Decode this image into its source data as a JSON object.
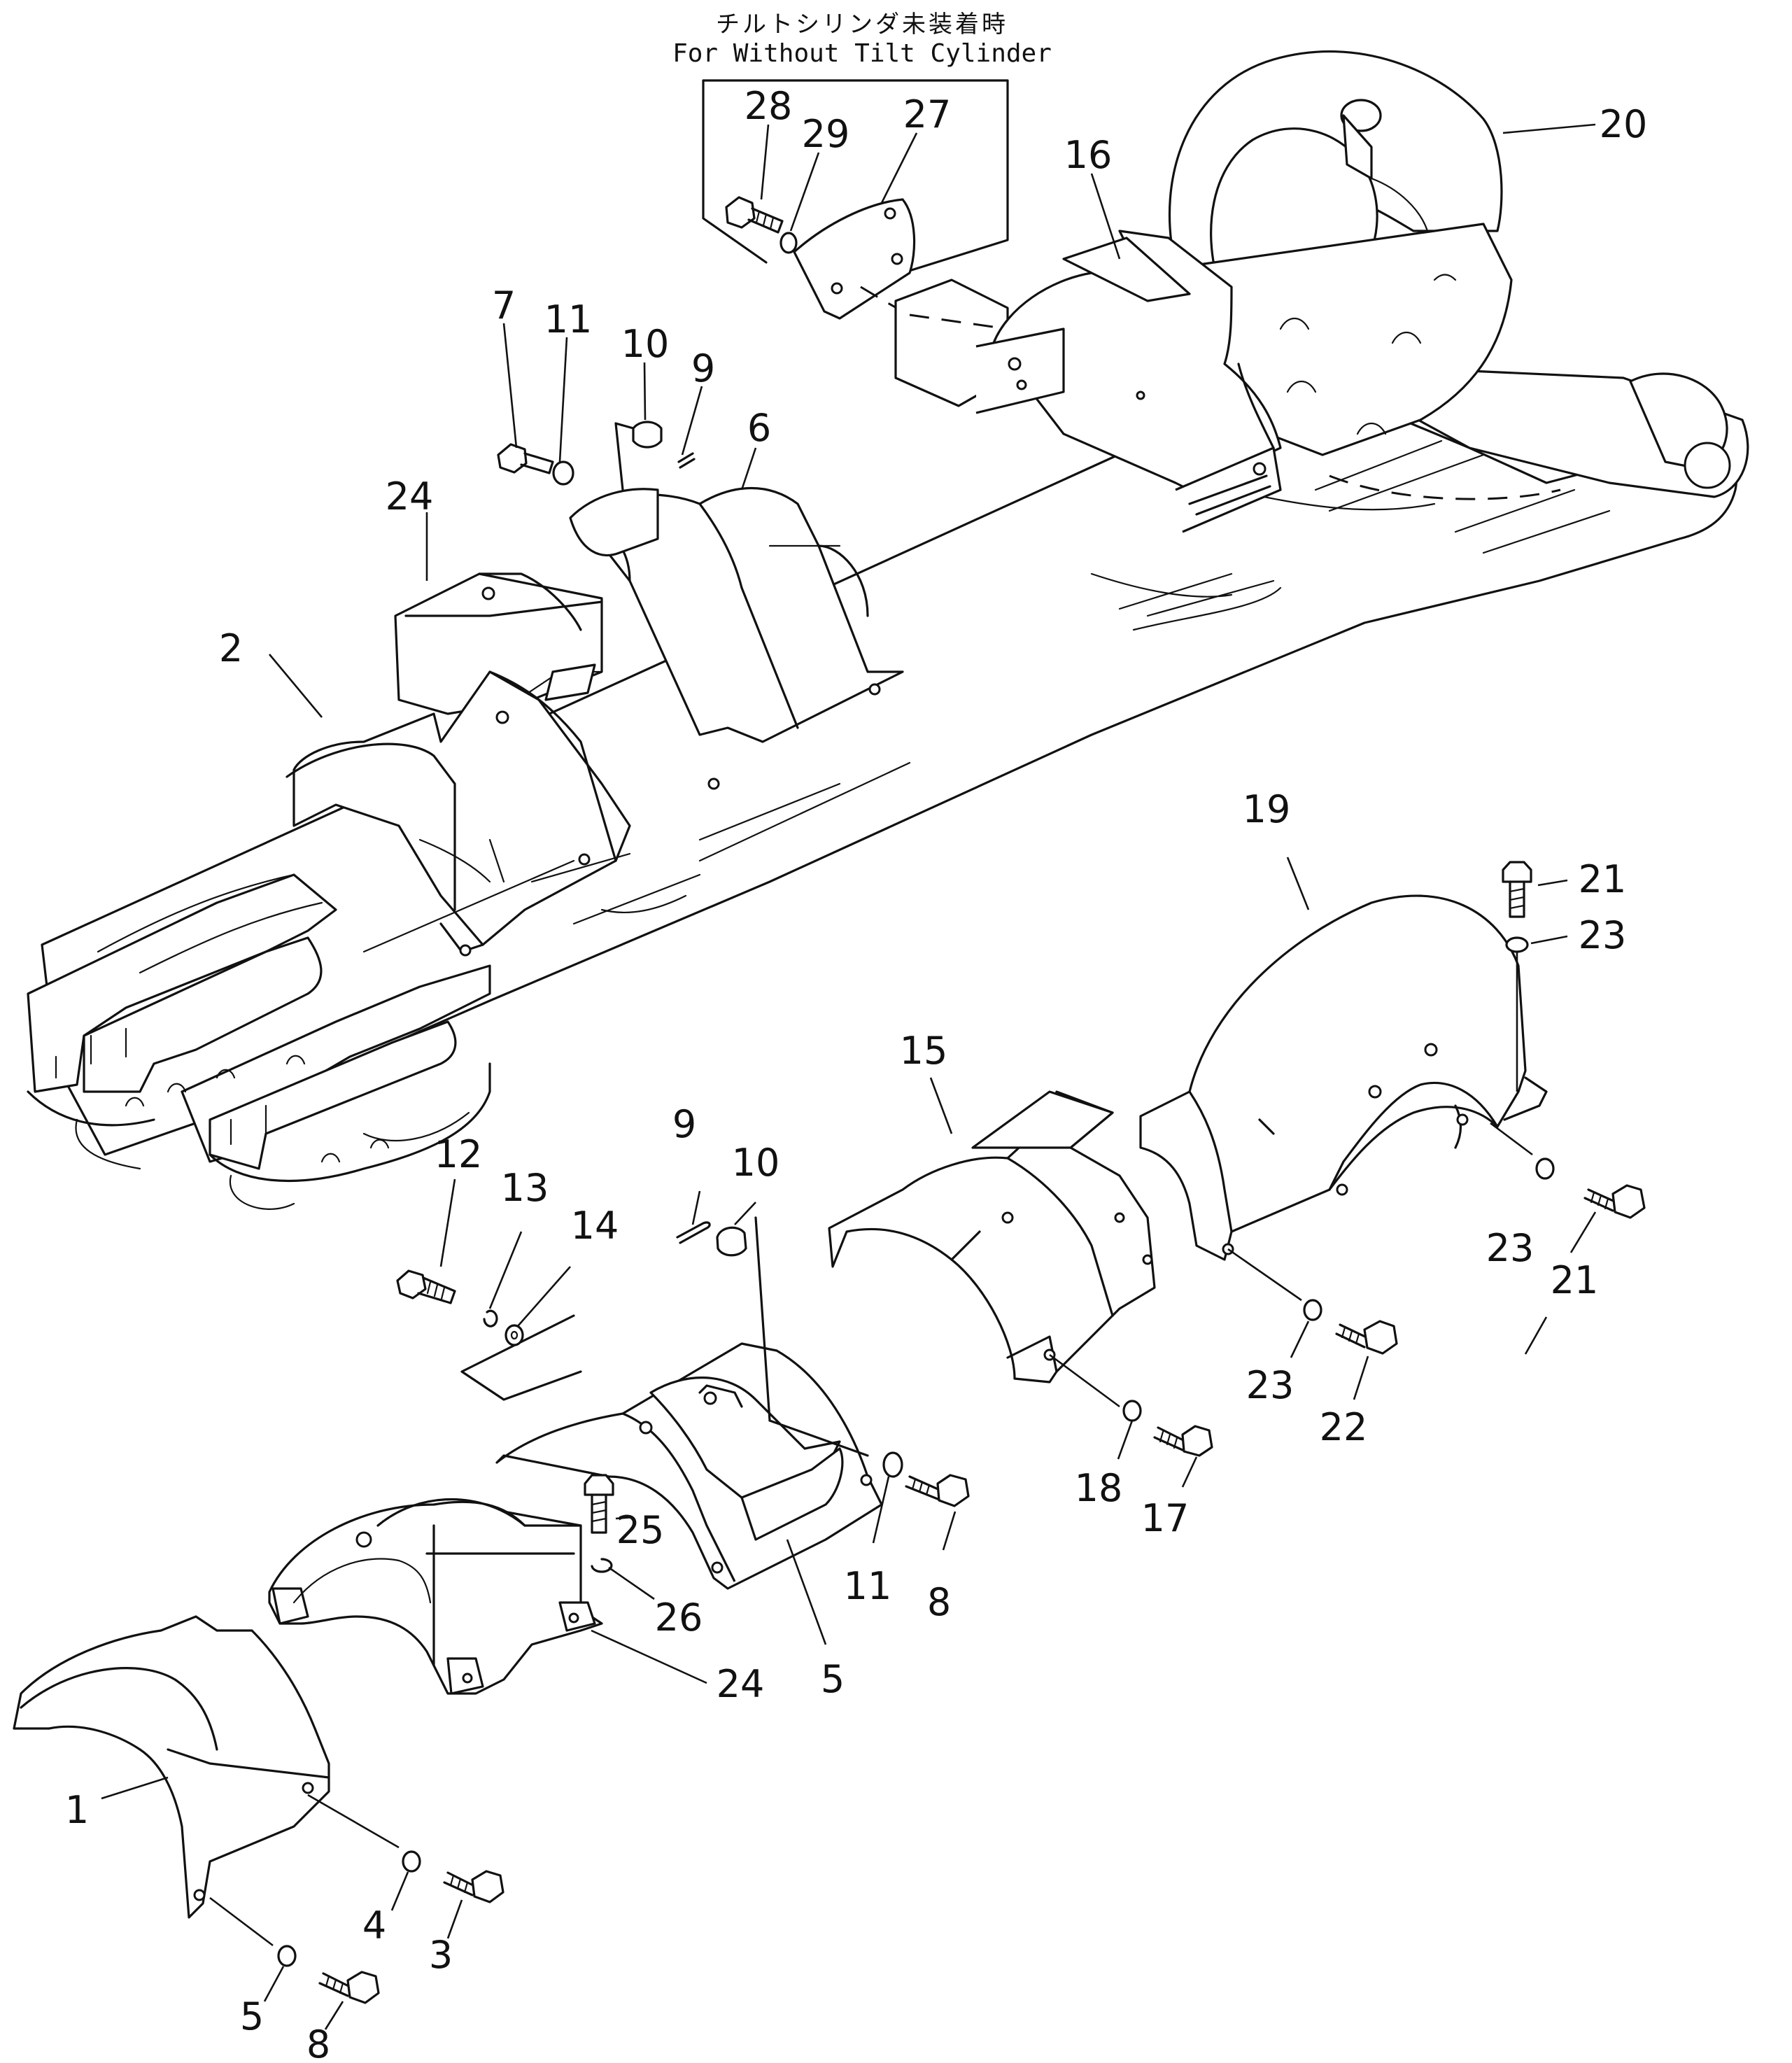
{
  "note": {
    "jp": "チルトシリンダ未装着時",
    "en": "For Without Tilt Cylinder"
  },
  "callouts": [
    {
      "id": "c1",
      "text": "1"
    },
    {
      "id": "c2",
      "text": "2"
    },
    {
      "id": "c3",
      "text": "3"
    },
    {
      "id": "c4",
      "text": "4"
    },
    {
      "id": "c5a",
      "text": "5"
    },
    {
      "id": "c5b",
      "text": "5"
    },
    {
      "id": "c6",
      "text": "6"
    },
    {
      "id": "c7",
      "text": "7"
    },
    {
      "id": "c8a",
      "text": "8"
    },
    {
      "id": "c8b",
      "text": "8"
    },
    {
      "id": "c9a",
      "text": "9"
    },
    {
      "id": "c9b",
      "text": "9"
    },
    {
      "id": "c10a",
      "text": "10"
    },
    {
      "id": "c10b",
      "text": "10"
    },
    {
      "id": "c11a",
      "text": "11"
    },
    {
      "id": "c11b",
      "text": "11"
    },
    {
      "id": "c12",
      "text": "12"
    },
    {
      "id": "c13",
      "text": "13"
    },
    {
      "id": "c14",
      "text": "14"
    },
    {
      "id": "c15",
      "text": "15"
    },
    {
      "id": "c16",
      "text": "16"
    },
    {
      "id": "c17",
      "text": "17"
    },
    {
      "id": "c18",
      "text": "18"
    },
    {
      "id": "c19",
      "text": "19"
    },
    {
      "id": "c20",
      "text": "20"
    },
    {
      "id": "c21a",
      "text": "21"
    },
    {
      "id": "c21b",
      "text": "21"
    },
    {
      "id": "c22",
      "text": "22"
    },
    {
      "id": "c23a",
      "text": "23"
    },
    {
      "id": "c23b",
      "text": "23"
    },
    {
      "id": "c23c",
      "text": "23"
    },
    {
      "id": "c24a",
      "text": "24"
    },
    {
      "id": "c24b",
      "text": "24"
    },
    {
      "id": "c25",
      "text": "25"
    },
    {
      "id": "c26",
      "text": "26"
    },
    {
      "id": "c27",
      "text": "27"
    },
    {
      "id": "c28",
      "text": "28"
    },
    {
      "id": "c29",
      "text": "29"
    }
  ]
}
